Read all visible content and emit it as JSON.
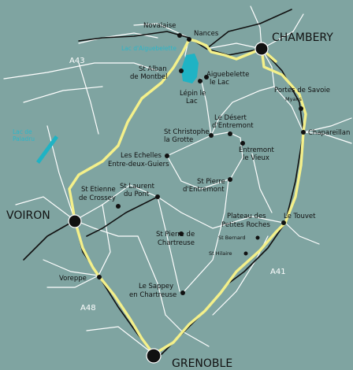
{
  "map": {
    "cities": {
      "chambery": "CHAMBERY",
      "voiron": "VOIRON",
      "grenoble": "GRENOBLE"
    },
    "roads": {
      "a43": "A43",
      "a41": "A41",
      "a48": "A48"
    },
    "lakes": {
      "aiguebelette": "Lac d'Aiguebelette",
      "paladru_1": "Lac de",
      "paladru_2": "Paladru"
    },
    "towns": {
      "novalaise": "Novalaise",
      "nances": "Nances",
      "st_alban_1": "St Alban",
      "st_alban_2": "de Montbel",
      "aiguebelette_1": "Aiguebelette",
      "aiguebelette_2": "le Lac",
      "lepin_1": "Lépin le",
      "lepin_2": "Lac",
      "portes_savoie": "Portes de Savoie",
      "myans": "Myans",
      "chapareillan": "Chapareillan",
      "desert_1": "Le Désert",
      "desert_2": "d'Entremont",
      "st_christophe_1": "St Christophe",
      "st_christophe_2": "la Grotte",
      "entremont_1": "Entremont",
      "entremont_2": "le Vieux",
      "echelles_1": "Les Echelles",
      "echelles_2": "Entre-deux-Guiers",
      "st_pierre_ent_1": "St Pierre",
      "st_pierre_ent_2": "d'Entremont",
      "st_etienne_1": "St Etienne",
      "st_etienne_2": "de Crossey",
      "st_laurent_1": "St Laurent",
      "st_laurent_2": "du Pont",
      "plateau_1": "Plateau des",
      "plateau_2": "Petites Roches",
      "le_touvet": "Le Touvet",
      "st_bernard": "St Bernard",
      "st_hilaire": "St Hilaire",
      "st_pierre_ch_1": "St Pierre de",
      "st_pierre_ch_2": "Chartreuse",
      "voreppe": "Voreppe",
      "sappey_1": "Le Sappey",
      "sappey_2": "en Chartreuse"
    },
    "colors": {
      "background": "#7fa4a1",
      "route": "#f4f08a",
      "lake": "#1fb3c4"
    }
  }
}
